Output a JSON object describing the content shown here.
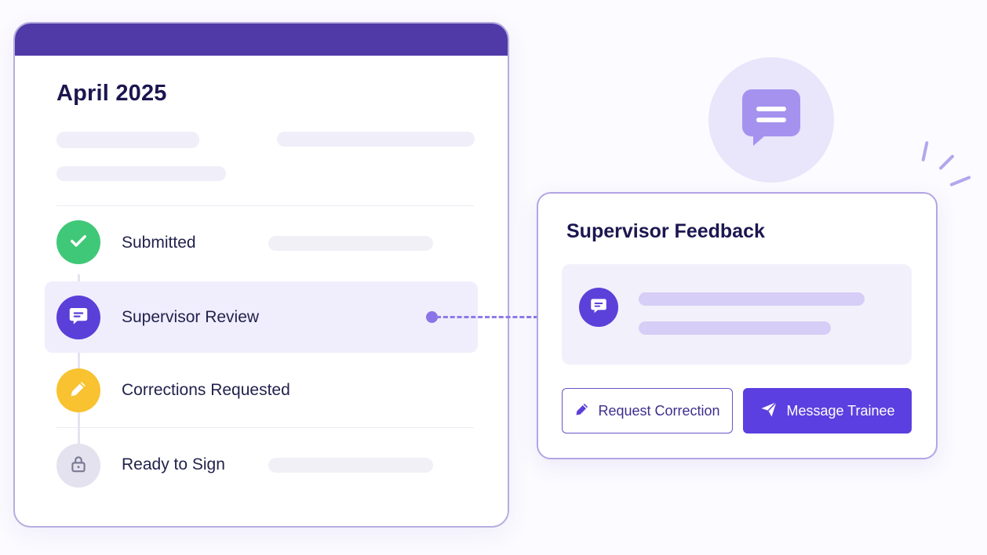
{
  "timeline": {
    "month_title": "April 2025",
    "steps": [
      {
        "label": "Submitted",
        "status": "complete",
        "icon": "check-icon",
        "color": "#3fc878"
      },
      {
        "label": "Supervisor Review",
        "status": "active",
        "icon": "message-icon",
        "color": "#5b3fd9"
      },
      {
        "label": "Corrections Requested",
        "status": "pending",
        "icon": "pencil-icon",
        "color": "#f8c230"
      },
      {
        "label": "Ready to Sign",
        "status": "locked",
        "icon": "lock-icon",
        "color": "#e4e2ee"
      }
    ]
  },
  "feedback": {
    "title": "Supervisor Feedback",
    "request_correction_label": "Request Correction",
    "message_trainee_label": "Message Trainee"
  },
  "colors": {
    "brand": "#4f3aa8",
    "accent": "#5b3fe0",
    "success": "#3fc878",
    "warning": "#f8c230"
  }
}
